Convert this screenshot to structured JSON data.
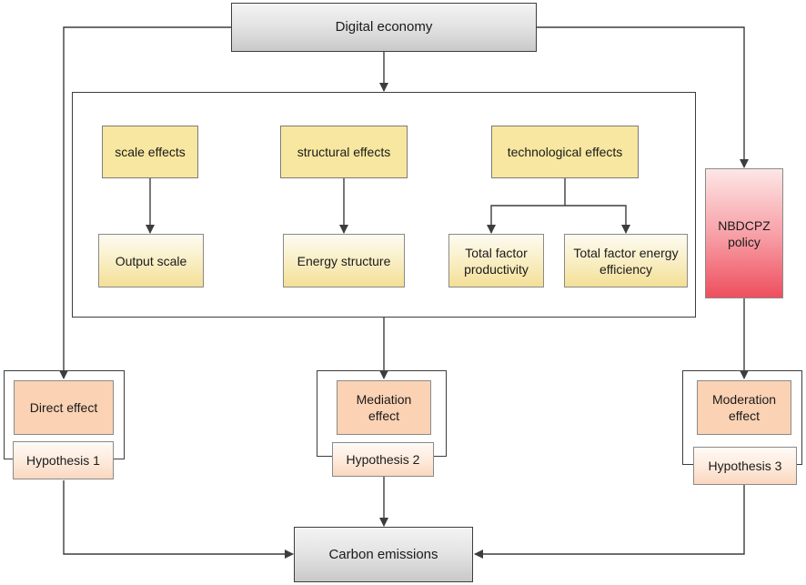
{
  "nodes": {
    "digital_economy": "Digital economy",
    "carbon_emissions": "Carbon emissions",
    "scale_effects": "scale effects",
    "structural_effects": "structural effects",
    "technological_effects": "technological effects",
    "output_scale": "Output scale",
    "energy_structure": "Energy structure",
    "tfp": "Total factor productivity",
    "tfee": "Total factor energy efficiency",
    "policy": "NBDCPZ policy",
    "direct_effect": "Direct effect",
    "mediation_effect": "Mediation effect",
    "moderation_effect": "Moderation effect",
    "hypothesis_1": "Hypothesis 1",
    "hypothesis_2": "Hypothesis 2",
    "hypothesis_3": "Hypothesis 3"
  },
  "colors": {
    "line": "#3d3d3d",
    "effect_box": "#f8e7a0",
    "policy_box": "#ee4f5e",
    "result_box": "#fbd2b4"
  }
}
